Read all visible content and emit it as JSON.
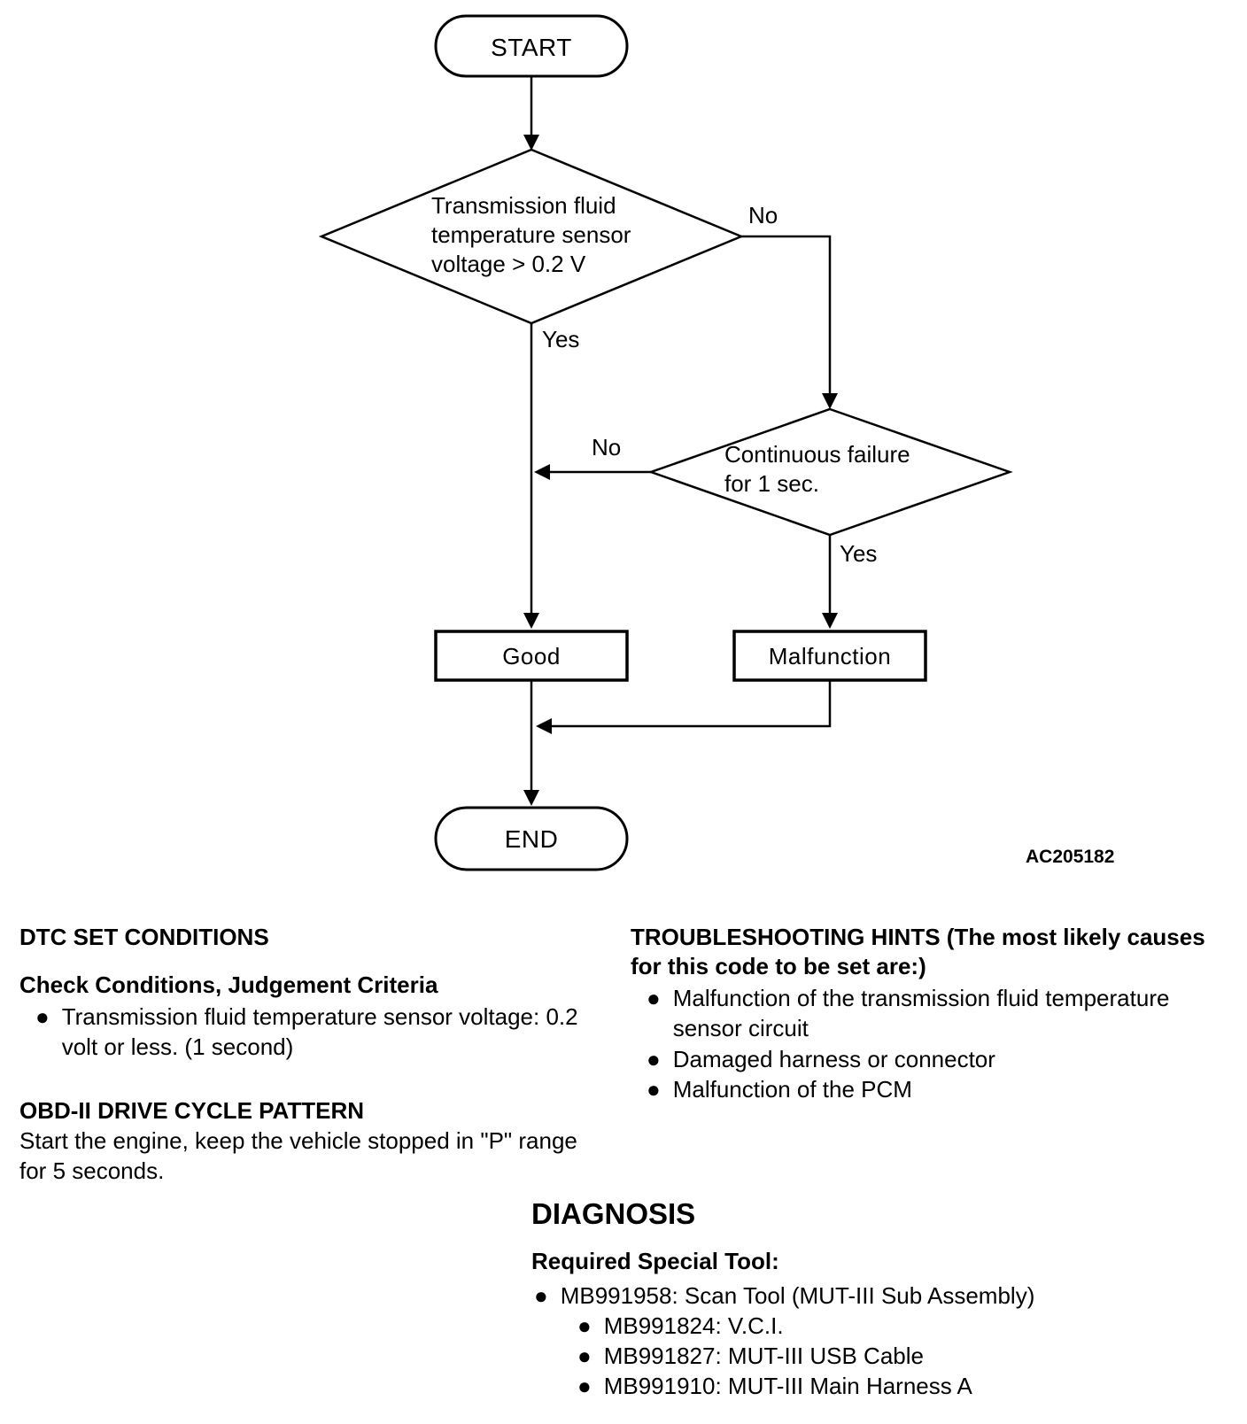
{
  "flowchart": {
    "start_label": "START",
    "end_label": "END",
    "figure_code": "AC205182",
    "decision1": {
      "lines": [
        "Transmission fluid",
        "temperature sensor",
        "voltage > 0.2 V"
      ],
      "yes_label": "Yes",
      "no_label": "No"
    },
    "decision2": {
      "lines": [
        "Continuous failure",
        "for 1 sec."
      ],
      "yes_label": "Yes",
      "no_label": "No"
    },
    "result_good": "Good",
    "result_malfunction": "Malfunction"
  },
  "sections": {
    "dtc": {
      "title": "DTC SET CONDITIONS",
      "subtitle": "Check Conditions, Judgement Criteria",
      "bullets": [
        "Transmission fluid temperature sensor voltage: 0.2 volt or less. (1 second)"
      ]
    },
    "obd": {
      "title": "OBD-II DRIVE CYCLE PATTERN",
      "body": "Start the engine, keep the vehicle stopped in \"P\" range for 5 seconds."
    },
    "hints": {
      "title": "TROUBLESHOOTING HINTS (The most likely causes for this code to be set are:)",
      "bullets": [
        "Malfunction of the transmission fluid temperature sensor circuit",
        "Damaged harness or connector",
        "Malfunction of the PCM"
      ]
    },
    "diagnosis": {
      "title": "DIAGNOSIS",
      "tool_heading": "Required Special Tool:",
      "main_tool": "MB991958: Scan Tool (MUT-III Sub Assembly)",
      "sub_tools": [
        "MB991824: V.C.I.",
        "MB991827: MUT-III USB Cable",
        "MB991910: MUT-III Main Harness A"
      ]
    }
  }
}
